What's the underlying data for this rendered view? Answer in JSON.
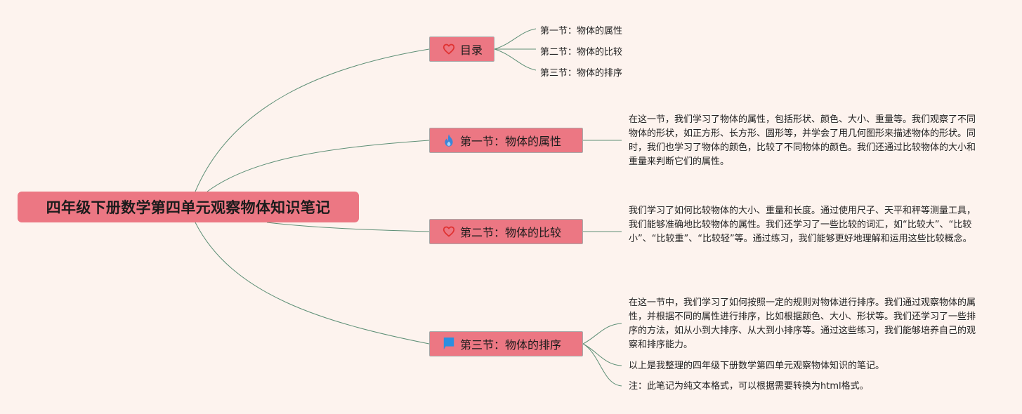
{
  "root": {
    "title": "四年级下册数学第四单元观察物体知识笔记"
  },
  "topics": [
    {
      "label": "目录",
      "icon": "heart-outline-icon",
      "children": [
        "第一节：物体的属性",
        "第二节：物体的比较",
        "第三节：物体的排序"
      ]
    },
    {
      "label": "第一节：物体的属性",
      "icon": "flame-icon",
      "children": [
        "在这一节，我们学习了物体的属性，包括形状、颜色、大小、重量等。我们观察了不同物体的形状，如正方形、长方形、圆形等，并学会了用几何图形来描述物体的形状。同时，我们也学习了物体的颜色，比较了不同物体的颜色。我们还通过比较物体的大小和重量来判断它们的属性。"
      ]
    },
    {
      "label": "第二节：物体的比较",
      "icon": "heart-outline-icon",
      "children": [
        "我们学习了如何比较物体的大小、重量和长度。通过使用尺子、天平和秤等测量工具，我们能够准确地比较物体的属性。我们还学习了一些比较的词汇，如“比较大”、“比较小”、“比较重”、“比较轻”等。通过练习，我们能够更好地理解和运用这些比较概念。"
      ]
    },
    {
      "label": "第三节：物体的排序",
      "icon": "flag-icon",
      "children": [
        "在这一节中，我们学习了如何按照一定的规则对物体进行排序。我们通过观察物体的属性，并根据不同的属性进行排序，比如根据颜色、大小、形状等。我们还学习了一些排序的方法，如从小到大排序、从大到小排序等。通过这些练习，我们能够培养自己的观察和排序能力。",
        "以上是我整理的四年级下册数学第四单元观察物体知识的笔记。",
        "注：此笔记为纯文本格式，可以根据需要转换为html格式。"
      ]
    }
  ],
  "colors": {
    "background": "#fdf3ee",
    "node_fill": "#ec7783",
    "connector": "#5e8f76",
    "heart_icon": "#e03131",
    "flame_icon": "#3a86d9",
    "flag_icon": "#2b8fe0"
  }
}
